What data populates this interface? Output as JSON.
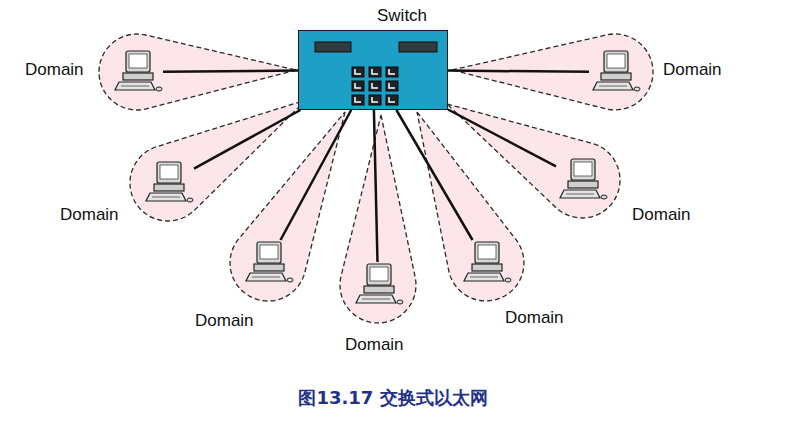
{
  "diagram": {
    "caption": "图13.17 交换式以太网",
    "nodes": [
      {
        "text": [
          "Switch"
        ]
      },
      {
        "text": [
          "Domain"
        ]
      },
      {
        "text": [
          "Domain"
        ]
      },
      {
        "text": [
          "Domain"
        ]
      },
      {
        "text": [
          "Domain"
        ]
      },
      {
        "text": [
          "Domain"
        ]
      },
      {
        "text": [
          "Domain"
        ]
      },
      {
        "text": [
          "Domain"
        ]
      }
    ],
    "edges": [
      {
        "from": 0,
        "to": 1,
        "arrow": "none"
      },
      {
        "from": 0,
        "to": 2,
        "arrow": "none"
      },
      {
        "from": 0,
        "to": 3,
        "arrow": "none"
      },
      {
        "from": 0,
        "to": 4,
        "arrow": "none"
      },
      {
        "from": 0,
        "to": 5,
        "arrow": "none"
      },
      {
        "from": 0,
        "to": 6,
        "arrow": "none"
      },
      {
        "from": 0,
        "to": 7,
        "arrow": "none"
      }
    ]
  }
}
